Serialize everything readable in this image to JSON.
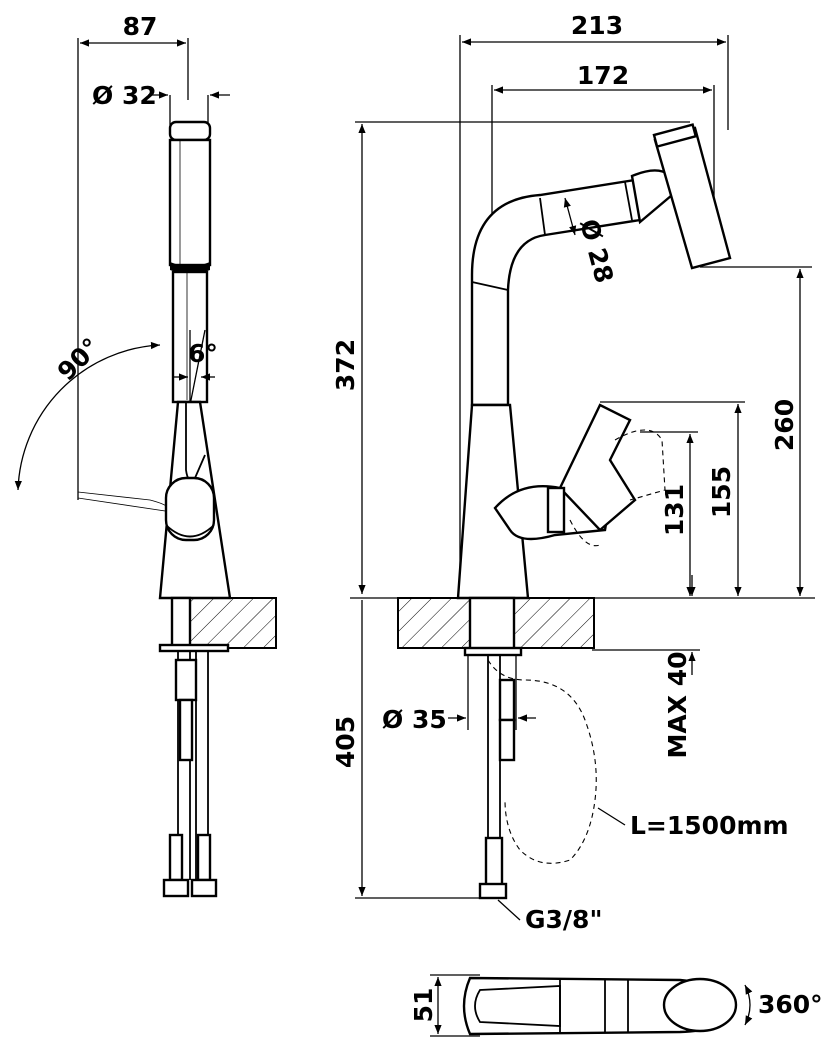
{
  "diagram": {
    "labels": {
      "width_side": "87",
      "diameter_top": "Ø 32",
      "angle_swing": "90°",
      "angle_tilt": "6°",
      "width_total": "213",
      "reach": "172",
      "diameter_spout": "Ø 28",
      "height_total": "372",
      "height_spout": "260",
      "height_lever_top": "155",
      "height_lever": "131",
      "max_deck": "MAX 40",
      "diameter_base": "Ø 35",
      "depth_below": "405",
      "hose_length": "L=1500mm",
      "thread": "G3/8\"",
      "top_width": "51",
      "rotation": "360°"
    }
  }
}
